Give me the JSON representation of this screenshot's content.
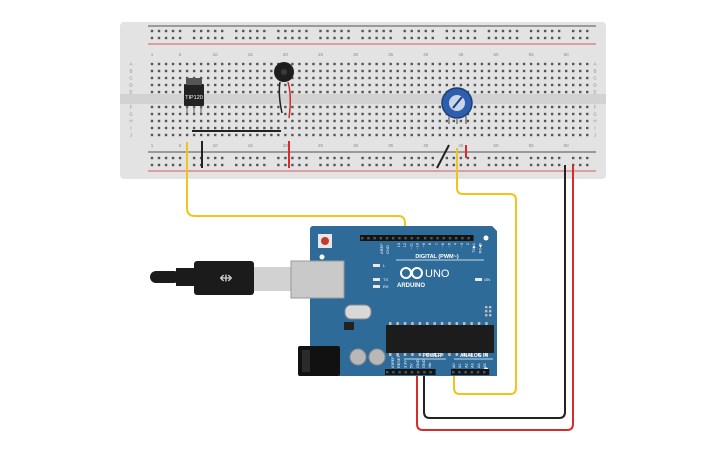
{
  "canvas": {
    "background": "#ffffff"
  },
  "breadboard": {
    "color": "#e4e4e4",
    "rail_red": "#d22b2b",
    "rail_black": "#222222",
    "column_numbers": [
      "1",
      "5",
      "10",
      "15",
      "20",
      "25",
      "30",
      "35",
      "40",
      "45",
      "50",
      "55",
      "60"
    ],
    "row_letters_top": [
      "A",
      "B",
      "C",
      "D",
      "E"
    ],
    "row_letters_bottom": [
      "F",
      "G",
      "H",
      "I",
      "J"
    ]
  },
  "components": {
    "transistor_label": "TIP120",
    "motor": "dc-motor-icon",
    "potentiometer": "potentiometer-icon"
  },
  "arduino": {
    "board_color": "#2f6b99",
    "logo_text": "ARDUINO",
    "model": "UNO",
    "on_label": "ON",
    "tx_label": "TX",
    "rx_label": "RX",
    "l_label": "L",
    "digital_label": "DIGITAL (PWM~)",
    "power_label": "POWER",
    "analog_label": "ANALOG IN",
    "aref_label": "AREF",
    "gnd_label": "GND",
    "digital_pins": [
      "13",
      "12",
      "~11",
      "~10",
      "~9",
      "8",
      "7",
      "~6",
      "~5",
      "4",
      "~3",
      "2",
      "TX▶1",
      "RX◀0"
    ],
    "power_pins": [
      "IOREF",
      "RESET",
      "3.3V",
      "5V",
      "GND",
      "GND",
      "Vin"
    ],
    "analog_pins": [
      "A0",
      "A1",
      "A2",
      "A3",
      "A4",
      "A5"
    ]
  },
  "usb": {
    "symbol": "usb-icon"
  },
  "wires": {
    "yellow": "#f2c41b",
    "red": "#d92b2b",
    "black": "#222222"
  }
}
